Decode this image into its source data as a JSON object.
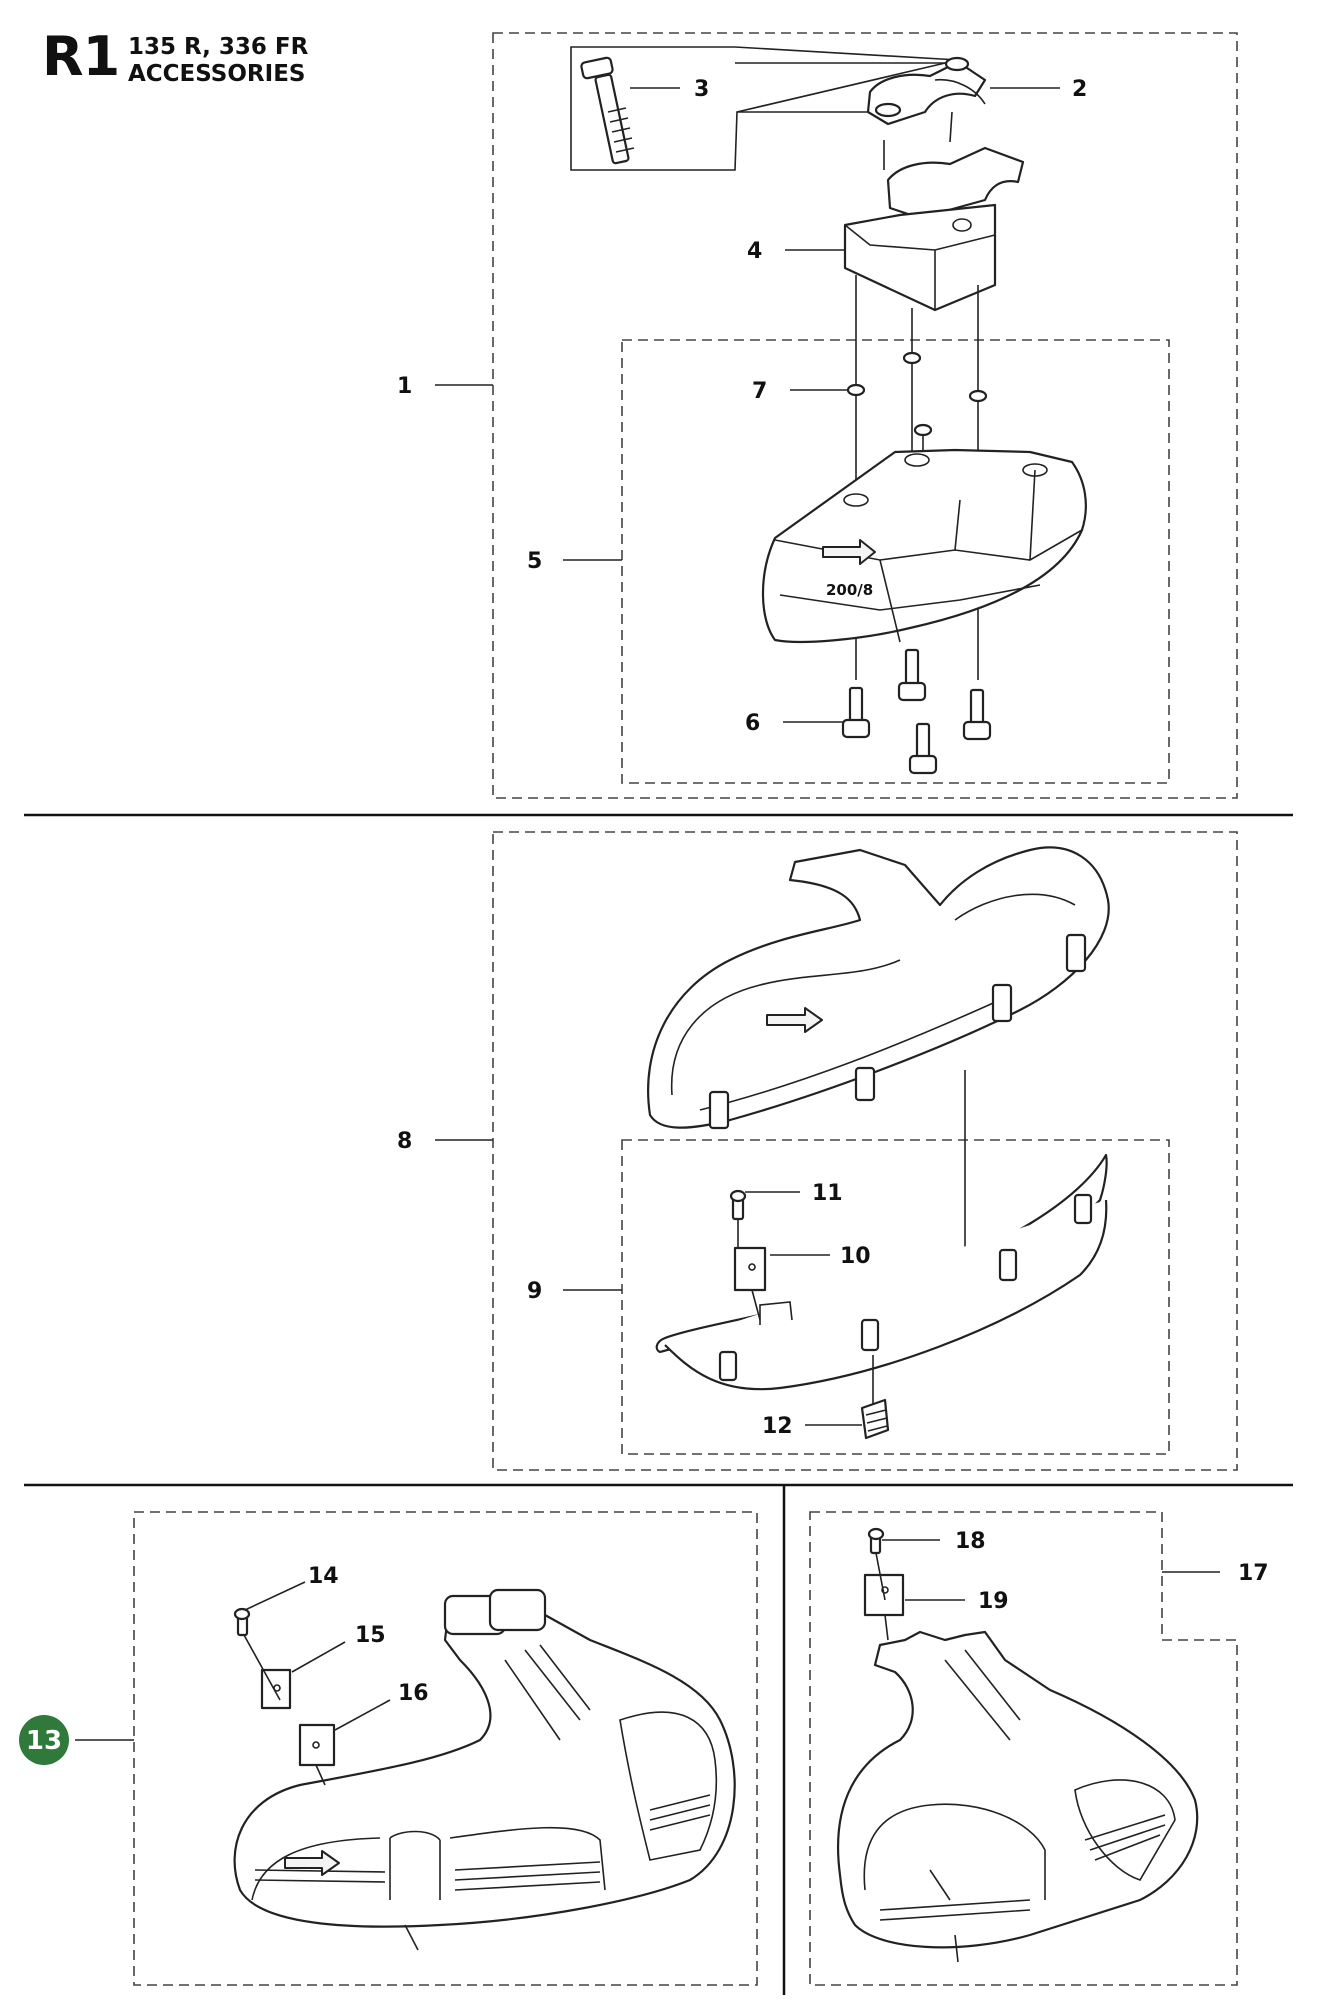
{
  "header": {
    "code": "R1",
    "models": "135 R, 336 FR",
    "section": "ACCESSORIES"
  },
  "callouts": {
    "c1": "1",
    "c2": "2",
    "c3": "3",
    "c4": "4",
    "c5": "5",
    "c6": "6",
    "c7": "7",
    "c8": "8",
    "c9": "9",
    "c10": "10",
    "c11": "11",
    "c12": "12",
    "c13": "13",
    "c14": "14",
    "c15": "15",
    "c16": "16",
    "c17": "17",
    "c18": "18",
    "c19": "19"
  },
  "guard_marking": "200/8",
  "colors": {
    "badge": "#2f7a3a",
    "line": "#222222"
  }
}
